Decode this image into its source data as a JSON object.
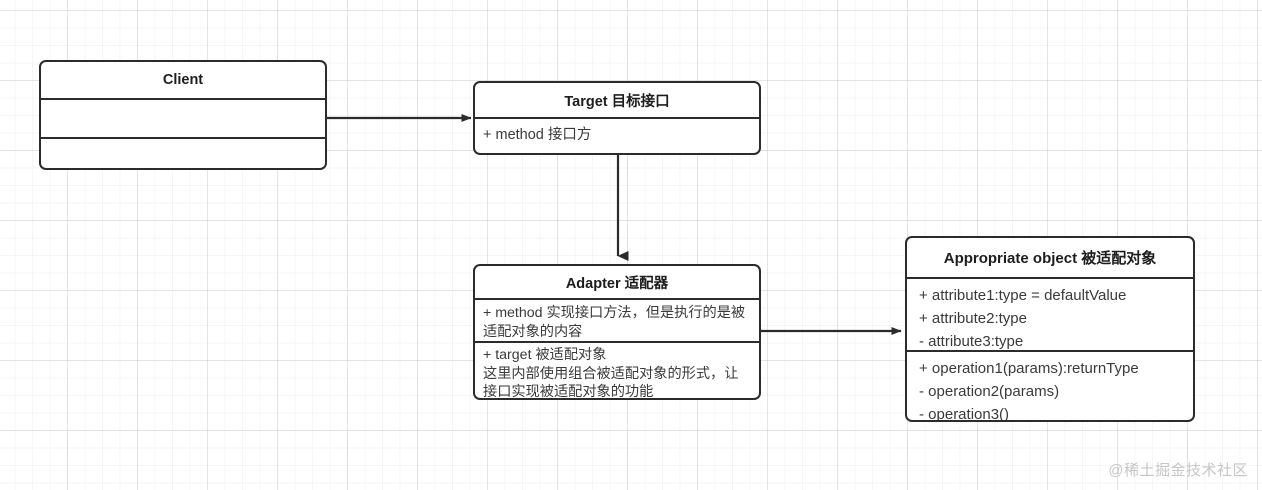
{
  "diagram": {
    "title": "Adapter Pattern UML class diagram",
    "background": "#ffffff",
    "stroke_color": "#2b2b2b",
    "text_color": "#3a3a3a",
    "watermark": "@稀土掘金技术社区"
  },
  "boxes": {
    "client": {
      "title": "Client",
      "sections": [
        "",
        ""
      ]
    },
    "target": {
      "title": "Target 目标接口",
      "sections": [
        "+ method 接口方"
      ]
    },
    "adapter": {
      "title": "Adapter 适配器",
      "sections": [
        "+ method 实现接口方法，但是执行的是被适配对象的内容",
        "+ target 被适配对象\n这里内部使用组合被适配对象的形式，让接口实现被适配对象的功能"
      ]
    },
    "appropriate": {
      "title": "Appropriate object 被适配对象",
      "attributes": "+ attribute1:type = defaultValue\n+ attribute2:type\n- attribute3:type",
      "operations": "+ operation1(params):returnType\n- operation2(params)\n- operation3()"
    }
  },
  "connectors": [
    {
      "name": "client-to-target",
      "from": "client",
      "to": "target",
      "style": "solid",
      "arrow": "filled-triangle",
      "direction": "right"
    },
    {
      "name": "target-to-adapter",
      "from": "target",
      "to": "adapter",
      "style": "solid",
      "arrow": "filled-triangle",
      "direction": "down"
    },
    {
      "name": "adapter-to-appropriate",
      "from": "adapter",
      "to": "appropriate",
      "style": "solid",
      "arrow": "filled-triangle",
      "direction": "right"
    }
  ]
}
